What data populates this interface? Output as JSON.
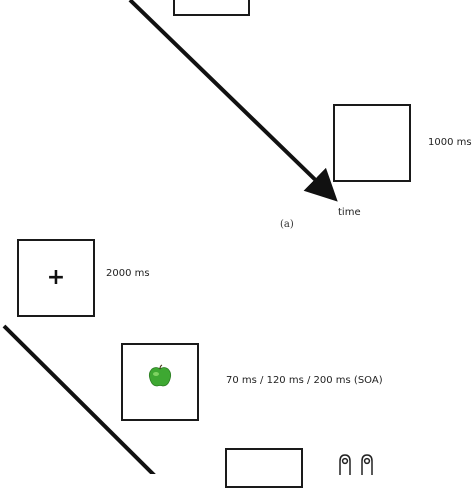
{
  "panel_a": {
    "duration_label": "1000 ms",
    "arrow_label": "time",
    "caption": "(a)"
  },
  "panel_b": {
    "fixation_symbol": "+",
    "fixation_duration": "2000 ms",
    "stimulus_icon": "green-apple-icon",
    "stimulus_duration": "70 ms / 120 ms / 200 ms (SOA)",
    "response_icon": "keyboard-keys-icon"
  },
  "colors": {
    "frame": "#1a1a1a",
    "arrow": "#111111",
    "apple": "#3ea832"
  }
}
